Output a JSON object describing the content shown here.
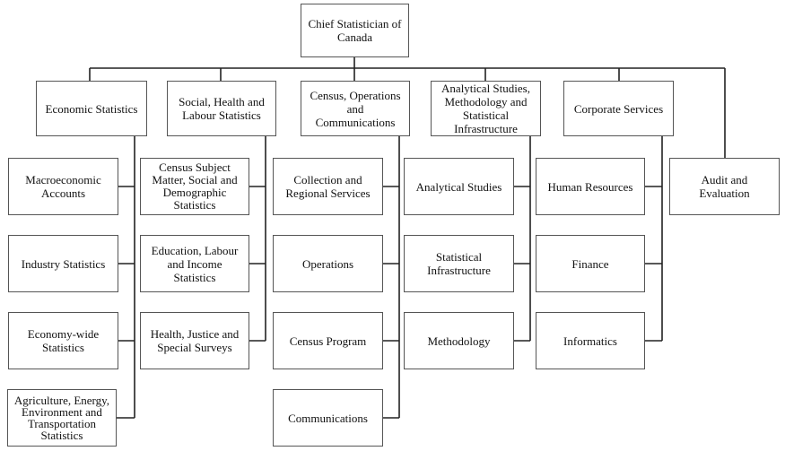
{
  "org_chart": {
    "root": "Chief Statistician of\nCanada",
    "divisions": [
      {
        "title": "Economic Statistics",
        "units": [
          "Macroeconomic\nAccounts",
          "Industry Statistics",
          "Economy-wide\nStatistics",
          "Agriculture, Energy,\nEnvironment and\nTransportation\nStatistics"
        ]
      },
      {
        "title": "Social, Health and\nLabour Statistics",
        "units": [
          "Census Subject\nMatter, Social and\nDemographic\nStatistics",
          "Education, Labour\nand Income\nStatistics",
          "Health, Justice and\nSpecial Surveys"
        ]
      },
      {
        "title": "Census, Operations\nand\nCommunications",
        "units": [
          "Collection and\nRegional Services",
          "Operations",
          "Census Program",
          "Communications"
        ]
      },
      {
        "title": "Analytical Studies,\nMethodology and\nStatistical\nInfrastructure",
        "units": [
          "Analytical Studies",
          "Statistical\nInfrastructure",
          "Methodology"
        ]
      },
      {
        "title": "Corporate Services",
        "units": [
          "Human Resources",
          "Finance",
          "Informatics"
        ]
      }
    ],
    "direct_report": "Audit and\nEvaluation"
  }
}
